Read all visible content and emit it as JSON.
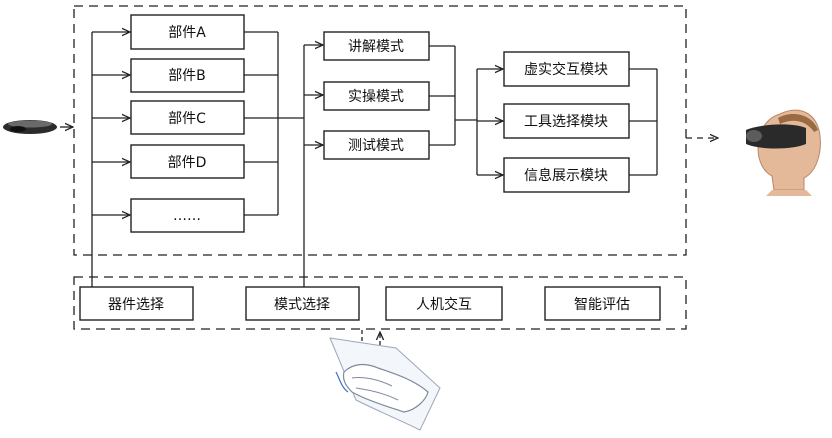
{
  "components": [
    "部件A",
    "部件B",
    "部件C",
    "部件D",
    "……"
  ],
  "modes": [
    "讲解模式",
    "实操模式",
    "测试模式"
  ],
  "modules": [
    "虚实交互模块",
    "工具选择模块",
    "信息展示模块"
  ],
  "functions": [
    "器件选择",
    "模式选择",
    "人机交互",
    "智能评估"
  ]
}
